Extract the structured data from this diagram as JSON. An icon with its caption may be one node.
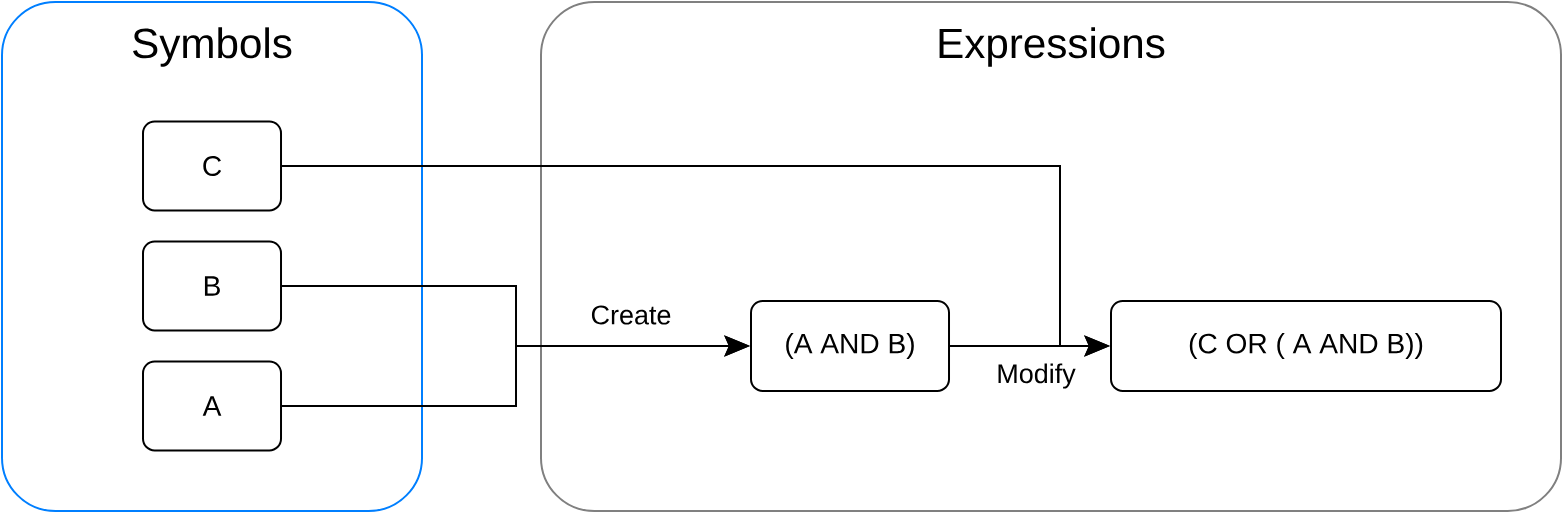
{
  "diagram": {
    "nodes": [
      {
        "text": [
          "Symbols"
        ]
      },
      {
        "text": [
          "C"
        ],
        "in": 0
      },
      {
        "text": [
          "B"
        ],
        "in": 0
      },
      {
        "text": [
          "A"
        ],
        "in": 0
      },
      {
        "text": [
          "Expressions"
        ]
      },
      {
        "text": [
          "(A AND B)"
        ],
        "in": 4
      },
      {
        "text": [
          "(C OR ( A AND B))"
        ],
        "in": 4
      }
    ],
    "edges": [
      {
        "from": 2,
        "to": 5,
        "arrow": "to",
        "label": "Create"
      },
      {
        "from": 3,
        "to": 5,
        "arrow": "to"
      },
      {
        "from": 1,
        "to": 6,
        "arrow": "to"
      },
      {
        "from": 5,
        "to": 6,
        "arrow": "to",
        "label": "Modify"
      }
    ]
  }
}
